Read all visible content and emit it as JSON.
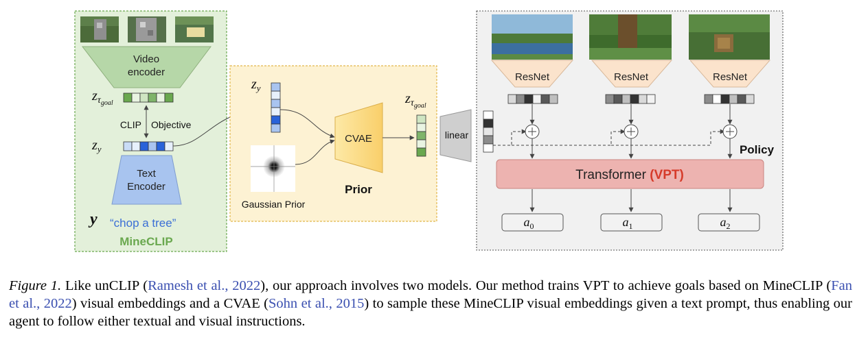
{
  "minecilp": {
    "video_encoder": [
      "Video",
      "encoder"
    ],
    "z_tau_goal": "z",
    "z_tau_goal_sub": "τ",
    "z_tau_goal_subsub": "goal",
    "clip_label": "CLIP",
    "objective_label": "Objective",
    "z_y": "z",
    "z_y_sub": "y",
    "text_encoder": [
      "Text",
      "Encoder"
    ],
    "y_symbol": "y",
    "prompt": "“chop  a  tree”",
    "title": "MineCLIP"
  },
  "prior": {
    "z_y": "z",
    "z_y_sub": "y",
    "cvae": "CVAE",
    "gaussian_prior": "Gaussian Prior",
    "title": "Prior",
    "z_tau_goal": "z",
    "z_tau_goal_sub": "τ",
    "z_tau_goal_subsub": "goal"
  },
  "linear_label": "linear",
  "policy": {
    "title": "Policy",
    "resnet_labels": [
      "ResNet",
      "ResNet",
      "ResNet"
    ],
    "transformer": "Transformer",
    "transformer_highlight": "(VPT)",
    "actions": [
      {
        "base": "a",
        "sub": "0"
      },
      {
        "base": "a",
        "sub": "1"
      },
      {
        "base": "a",
        "sub": "2"
      }
    ]
  },
  "colors": {
    "minecilp_bg": "#e3f0da",
    "minecilp_border": "#6aa84f",
    "prior_bg": "#fdf2d3",
    "prior_border": "#e2b64a",
    "policy_bg": "#f1f1f1",
    "video_encoder": "#b6d7a8",
    "text_encoder": "#a8c4ef",
    "cvae": "#fbd77c",
    "resnet": "#fbe3cc",
    "transformer": "#edb3b0",
    "vpt": "#d63b2a",
    "minecilp_title": "#6aa84f",
    "prompt": "#3b6fd6"
  },
  "caption": {
    "figure_label": "Figure 1.",
    "parts": [
      {
        "t": " Like unCLIP (",
        "cite": false
      },
      {
        "t": "Ramesh et al., 2022",
        "cite": true
      },
      {
        "t": "), our approach involves two models.  Our method trains VPT to achieve goals based on MineCLIP (",
        "cite": false
      },
      {
        "t": "Fan et al., 2022",
        "cite": true
      },
      {
        "t": ") visual embeddings and a CVAE (",
        "cite": false
      },
      {
        "t": "Sohn et al., 2015",
        "cite": true
      },
      {
        "t": ") to sample these MineCLIP visual embeddings given a text prompt, thus enabling our agent to follow either textual and visual instructions.",
        "cite": false
      }
    ]
  }
}
